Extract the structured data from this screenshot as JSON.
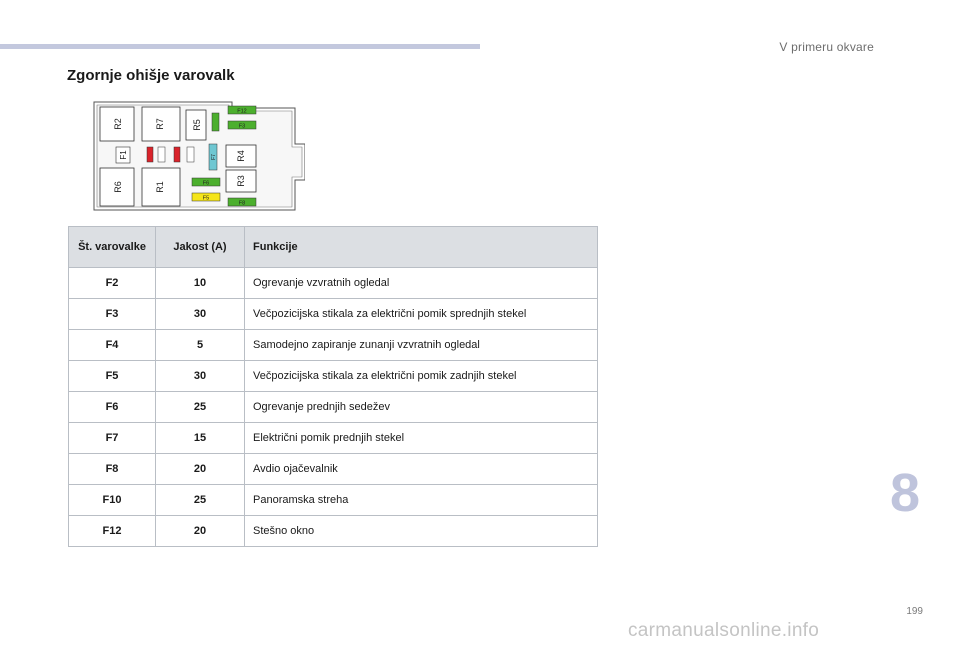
{
  "header": {
    "section": "V primeru okvare",
    "bar_color": "#c3c8de"
  },
  "heading": "Zgornje ohišje varovalk",
  "diagram": {
    "relays": [
      "R2",
      "R7",
      "R5",
      "R4",
      "R6",
      "R1",
      "R3"
    ],
    "fuses": [
      "F12",
      "F3",
      "F1",
      "F7",
      "F6",
      "F5",
      "F8"
    ],
    "colors": {
      "green": "#4caf2e",
      "yellow": "#f5e51a",
      "red": "#d9232b",
      "blue": "#6fc7d2"
    }
  },
  "table": {
    "headers": {
      "number": "Št. varovalke",
      "ampere": "Jakost (A)",
      "function": "Funkcije"
    },
    "rows": [
      {
        "fuse": "F2",
        "amp": "10",
        "function": "Ogrevanje vzvratnih ogledal"
      },
      {
        "fuse": "F3",
        "amp": "30",
        "function": "Večpozicijska stikala za električni pomik sprednjih stekel"
      },
      {
        "fuse": "F4",
        "amp": "5",
        "function": "Samodejno zapiranje zunanji vzvratnih ogledal"
      },
      {
        "fuse": "F5",
        "amp": "30",
        "function": "Večpozicijska stikala za električni pomik zadnjih stekel"
      },
      {
        "fuse": "F6",
        "amp": "25",
        "function": "Ogrevanje prednjih sedežev"
      },
      {
        "fuse": "F7",
        "amp": "15",
        "function": "Električni pomik prednjih stekel"
      },
      {
        "fuse": "F8",
        "amp": "20",
        "function": "Avdio ojačevalnik"
      },
      {
        "fuse": "F10",
        "amp": "25",
        "function": "Panoramska streha"
      },
      {
        "fuse": "F12",
        "amp": "20",
        "function": "Stešno okno"
      }
    ]
  },
  "chapter": "8",
  "page_number": "199",
  "watermark": "carmanualsonline.info"
}
